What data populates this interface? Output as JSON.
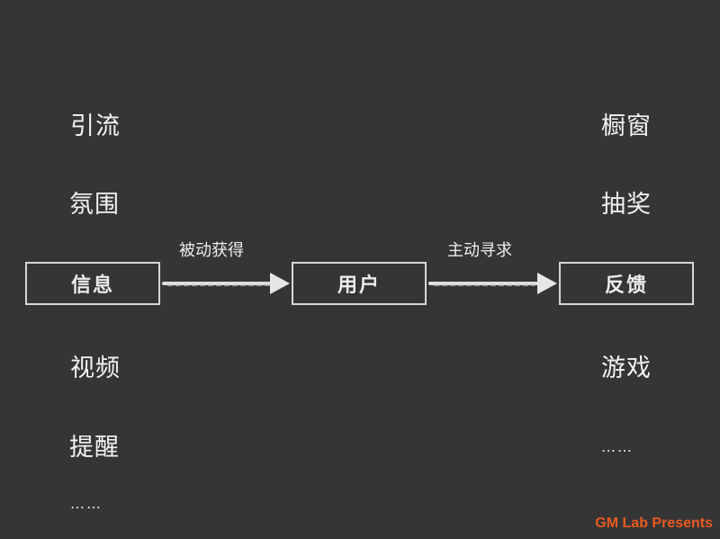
{
  "left_column": {
    "item_1": "引流",
    "item_2": "氛围",
    "item_3": "视频",
    "item_4": "提醒",
    "more": "……"
  },
  "right_column": {
    "item_1": "橱窗",
    "item_2": "抽奖",
    "item_3": "游戏",
    "more": "……"
  },
  "nodes": {
    "info": "信息",
    "user": "用户",
    "feedback": "反馈"
  },
  "edges": {
    "passive_label": "被动获得",
    "active_label": "主动寻求"
  },
  "footer": {
    "brand": "GM Lab Presents"
  },
  "colors": {
    "background": "#353535",
    "chalk": "#d7d7d7",
    "brand": "#e85a1f"
  }
}
